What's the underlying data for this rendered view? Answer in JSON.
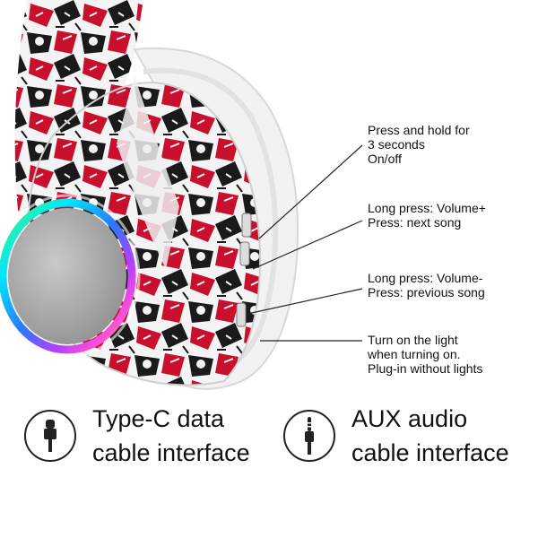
{
  "callouts": [
    {
      "id": "power",
      "lines": [
        "Press and hold for",
        "3 seconds",
        "On/off"
      ]
    },
    {
      "id": "volume_up",
      "lines": [
        "Long press: Volume+",
        "Press: next song"
      ]
    },
    {
      "id": "volume_down",
      "lines": [
        "Long press: Volume-",
        "Press: previous song"
      ]
    },
    {
      "id": "light",
      "lines": [
        "Turn on the light",
        "when turning on.",
        "Plug-in without lights"
      ]
    }
  ],
  "features": [
    {
      "id": "type_c",
      "icon": "usb-c-plug-icon",
      "lines": [
        "Type-C data",
        "cable interface"
      ]
    },
    {
      "id": "aux",
      "icon": "aux-plug-icon",
      "lines": [
        "AUX audio",
        "cable interface"
      ]
    }
  ],
  "colors": {
    "pattern_red": "#c8102e",
    "pattern_black": "#1a1a1a",
    "cushion": "#f2f2f2",
    "led_ring": [
      "#00e5ff",
      "#2979ff",
      "#b040ff",
      "#ff4fd8",
      "#ffd23f",
      "#43ff6b"
    ]
  }
}
